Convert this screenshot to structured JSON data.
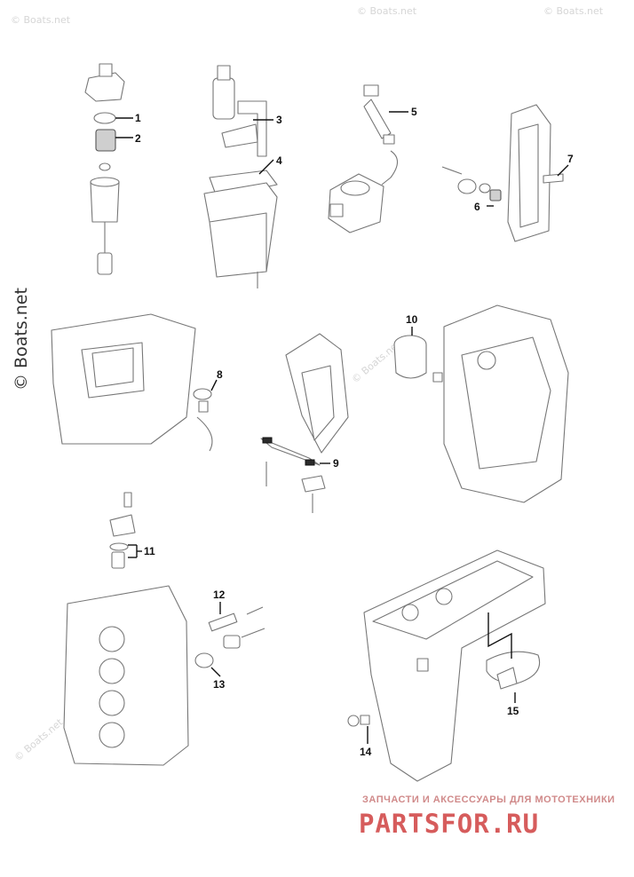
{
  "callouts": [
    "1",
    "2",
    "3",
    "4",
    "5",
    "6",
    "7",
    "8",
    "9",
    "10",
    "11",
    "12",
    "13",
    "14",
    "15"
  ],
  "watermark": {
    "main": "© Boats.net",
    "small": "© Boats.net"
  },
  "brand": {
    "subtitle": "ЗАПЧАСТИ И АКСЕССУАРЫ ДЛЯ МОТОТЕХНИКИ",
    "name": "PARTSFOR.RU"
  },
  "colors": {
    "line": "#777777",
    "callout": "#111111",
    "brand": "#d65c5c"
  }
}
